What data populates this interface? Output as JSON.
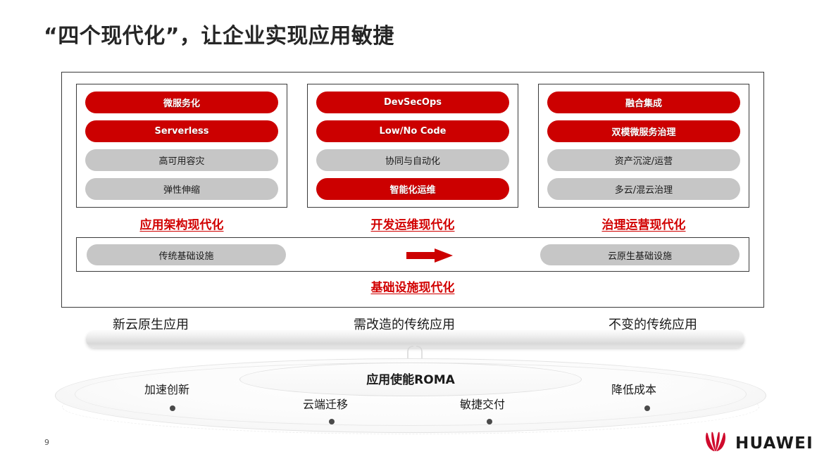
{
  "slide": {
    "title": "“四个现代化”，让企业实现应用敏捷",
    "page_number": "9"
  },
  "pillars": [
    {
      "caption": "应用架构现代化",
      "items": [
        {
          "label": "微服务化",
          "style": "red"
        },
        {
          "label": "Serverless",
          "style": "red"
        },
        {
          "label": "高可用容灾",
          "style": "gray"
        },
        {
          "label": "弹性伸缩",
          "style": "gray"
        }
      ]
    },
    {
      "caption": "开发运维现代化",
      "items": [
        {
          "label": "DevSecOps",
          "style": "red"
        },
        {
          "label": "Low/No Code",
          "style": "red"
        },
        {
          "label": "协同与自动化",
          "style": "gray"
        },
        {
          "label": "智能化运维",
          "style": "red"
        }
      ]
    },
    {
      "caption": "治理运营现代化",
      "items": [
        {
          "label": "融合集成",
          "style": "red"
        },
        {
          "label": "双模微服务治理",
          "style": "red"
        },
        {
          "label": "资产沉淀/运营",
          "style": "gray"
        },
        {
          "label": "多云/混云治理",
          "style": "gray"
        }
      ]
    }
  ],
  "infrastructure": {
    "from_label": "传统基础设施",
    "to_label": "云原生基础设施",
    "arrow_icon": "right-arrow-icon",
    "caption": "基础设施现代化"
  },
  "applications": [
    {
      "label": "新云原生应用"
    },
    {
      "label": "需改造的传统应用"
    },
    {
      "label": "不变的传统应用"
    }
  ],
  "platform": {
    "label": "应用使能ROMA",
    "benefits": [
      {
        "label": "加速创新"
      },
      {
        "label": "云端迁移"
      },
      {
        "label": "敏捷交付"
      },
      {
        "label": "降低成本"
      }
    ]
  },
  "brand": {
    "name": "HUAWEI",
    "logo_icon": "huawei-flower-logo"
  },
  "colors": {
    "accent_red": "#CC0000",
    "caption_red": "#D10000",
    "pill_gray": "#C6C6C6",
    "text_dark": "#1a1a1a"
  }
}
